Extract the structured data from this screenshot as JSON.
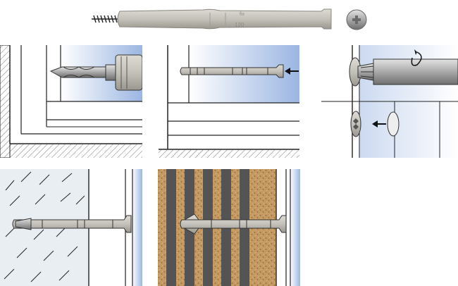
{
  "anchor": {
    "length_label": "120",
    "brand_label": "fix"
  },
  "steps": [
    {
      "id": "drill"
    },
    {
      "id": "insert"
    },
    {
      "id": "screw-in"
    },
    {
      "id": "solid-wall"
    },
    {
      "id": "hollow-brick"
    }
  ],
  "colors": {
    "sky": "#a9c1e5",
    "plastic": "#c4c2bb",
    "plastic_dark": "#8f8c86",
    "metal": "#9a9a9a",
    "brick": "#c49a62",
    "cavity": "#545454",
    "wall_line": "#2a2a2a"
  },
  "icons": [
    "drill-bit-icon",
    "arrow-left-icon",
    "rotation-arrow-icon",
    "cap-arrow-icon",
    "screw-head-icon"
  ]
}
